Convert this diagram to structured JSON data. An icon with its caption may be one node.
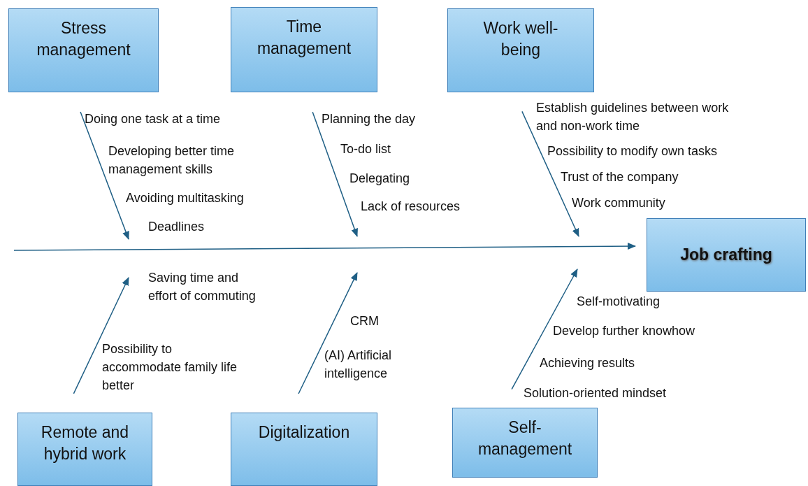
{
  "diagram": {
    "nodes": [
      {
        "text": [
          "Stress management"
        ]
      },
      {
        "text": [
          "Time management"
        ]
      },
      {
        "text": [
          "Work well-being"
        ]
      },
      {
        "text": [
          "Job crafting"
        ]
      },
      {
        "text": [
          "Remote and hybrid work"
        ]
      },
      {
        "text": [
          "Digitalization"
        ]
      },
      {
        "text": [
          "Self-management"
        ]
      }
    ],
    "edges": [
      {
        "from": 0,
        "to": null,
        "arrow": "to"
      },
      {
        "from": 1,
        "to": null,
        "arrow": "to"
      },
      {
        "from": 2,
        "to": null,
        "arrow": "to"
      },
      {
        "from": null,
        "to": 3,
        "arrow": "to"
      },
      {
        "from": 4,
        "to": null,
        "arrow": "to"
      },
      {
        "from": 5,
        "to": null,
        "arrow": "to"
      },
      {
        "from": 6,
        "to": null,
        "arrow": "to"
      }
    ],
    "labels": [
      "Doing one task at a time",
      "Developing better time management skills",
      "Avoiding multitasking",
      "Deadlines",
      "Planning the day",
      "To-do list",
      "Delegating",
      "Lack of resources",
      "Establish guidelines between work and non-work time",
      "Possibility to modify own tasks",
      "Trust of the company",
      "Work community",
      "Saving time and effort of commuting",
      "Possibility to accommodate family life better",
      "CRM",
      "(AI) Artificial intelligence",
      "Self-motivating",
      "Develop further knowhow",
      "Achieving results",
      "Solution-oriented mindset"
    ]
  }
}
